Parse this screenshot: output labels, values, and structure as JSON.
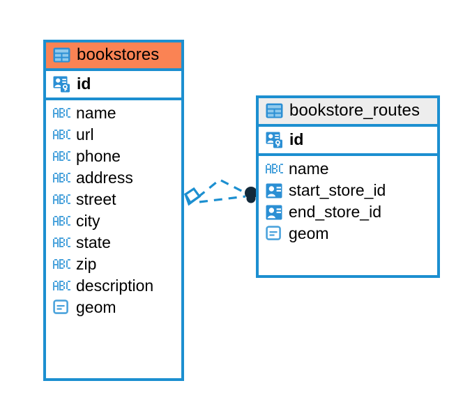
{
  "diagram": {
    "kind": "er-diagram",
    "background": "#ffffff",
    "colors": {
      "border": "#1C8FD0",
      "header_highlight": "#FA8354",
      "header_default": "#EDEDED",
      "icon_blue": "#2B8FD4",
      "icon_light_blue": "#4BA3DC",
      "connector": "#1C8FD0",
      "endpoint": "#12293A",
      "text": "#000000"
    }
  },
  "entities": [
    {
      "name": "bookstores",
      "header_icon": "table-icon",
      "header_style": "highlight",
      "primary_key": {
        "label": "id",
        "icon": "primary-key-icon",
        "type": "pk"
      },
      "fields": [
        {
          "label": "name",
          "icon": "abc-text-icon",
          "type": "text"
        },
        {
          "label": "url",
          "icon": "abc-text-icon",
          "type": "text"
        },
        {
          "label": "phone",
          "icon": "abc-text-icon",
          "type": "text"
        },
        {
          "label": "address",
          "icon": "abc-text-icon",
          "type": "text"
        },
        {
          "label": "street",
          "icon": "abc-text-icon",
          "type": "text"
        },
        {
          "label": "city",
          "icon": "abc-text-icon",
          "type": "text"
        },
        {
          "label": "state",
          "icon": "abc-text-icon",
          "type": "text"
        },
        {
          "label": "zip",
          "icon": "abc-text-icon",
          "type": "text"
        },
        {
          "label": "description",
          "icon": "abc-text-icon",
          "type": "text"
        },
        {
          "label": "geom",
          "icon": "geometry-icon",
          "type": "geometry"
        }
      ]
    },
    {
      "name": "bookstore_routes",
      "header_icon": "table-icon",
      "header_style": "default",
      "primary_key": {
        "label": "id",
        "icon": "primary-key-icon",
        "type": "pk"
      },
      "fields": [
        {
          "label": "name",
          "icon": "abc-text-icon",
          "type": "text"
        },
        {
          "label": "start_store_id",
          "icon": "foreign-key-icon",
          "type": "fk"
        },
        {
          "label": "end_store_id",
          "icon": "foreign-key-icon",
          "type": "fk"
        },
        {
          "label": "geom",
          "icon": "geometry-icon",
          "type": "geometry"
        }
      ]
    }
  ],
  "relationship": {
    "style": "dashed",
    "source_marker": "crows-foot-diamond-icon",
    "target_marker": "filled-circle-icon",
    "label": ""
  }
}
